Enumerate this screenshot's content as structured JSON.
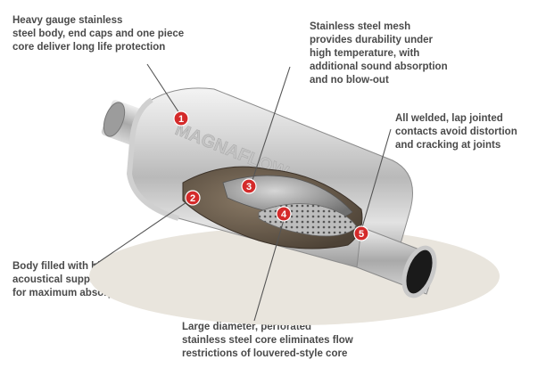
{
  "callouts": [
    {
      "number": "1",
      "text": "Heavy gauge stainless\nsteel body, end caps and one piece\ncore deliver long life protection"
    },
    {
      "number": "2",
      "text": "Body filled with high temperature\nacoustical suppression material\nfor maximum absorption"
    },
    {
      "number": "3",
      "text": "Stainless steel mesh\nprovides durability under\nhigh temperature, with\nadditional sound absorption\nand no blow-out"
    },
    {
      "number": "4",
      "text": "Large diameter, perforated\nstainless steel core eliminates flow\nrestrictions of louvered-style core"
    },
    {
      "number": "5",
      "text": "All welded, lap jointed\ncontacts avoid distortion\nand cracking at joints"
    }
  ],
  "brand_emboss": "MAGNAFLOW",
  "colors": {
    "badge": "#d42a2a",
    "text": "#4a4a4a",
    "leader": "#555555",
    "shadow": "#e9e5dd"
  }
}
